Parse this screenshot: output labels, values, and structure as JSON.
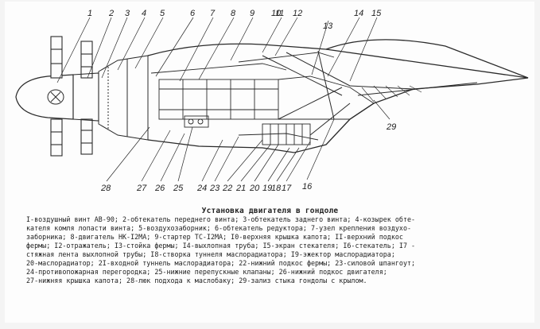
{
  "diagram": {
    "title": "Установка двигателя в гондоле",
    "top_callouts": [
      "1",
      "2",
      "3",
      "4",
      "5",
      "6",
      "7",
      "8",
      "9",
      "10",
      "11",
      "12",
      "13",
      "14",
      "15"
    ],
    "bottom_callouts": [
      "28",
      "27",
      "26",
      "25",
      "24",
      "23",
      "22",
      "21",
      "20",
      "19",
      "18",
      "17",
      "16"
    ],
    "side_callouts": [
      "29"
    ],
    "legend_lines": [
      "I-воздушный винт АВ-90; 2-обтекатель переднего винта; 3-обтекатель заднего винта; 4-козырек обте-",
      "кателя комля лопасти винта; 5-воздухозаборник; 6-обтекатель редуктора; 7-узел крепления воздухо-",
      "заборника; 8-двигатель НК-I2МА; 9-стартер ТС-I2МА; I0-верхняя крышка капота; II-верхний подкос",
      "фермы; I2-отражатель; I3-стойка фермы; I4-выхлопная труба; I5-экран стекателя; I6-стекатель; I7 -",
      "стяжная лента выхлопной трубы; I8-створка туннеля маслорадиатора; I9-эжектор маслорадиатора;",
      "20-маслорадиатор; 2I-входной туннель маслорадиатора; 22-нижний подкос фермы; 23-силовой шпангоут;",
      "24-противопожарная перегородка; 25-нижние перепускные клапаны; 26-нижний подкос двигателя;",
      "27-нижняя крышка капота; 28-люк подхода к маслобаку; 29-зализ стыка гондолы с крылом."
    ]
  }
}
